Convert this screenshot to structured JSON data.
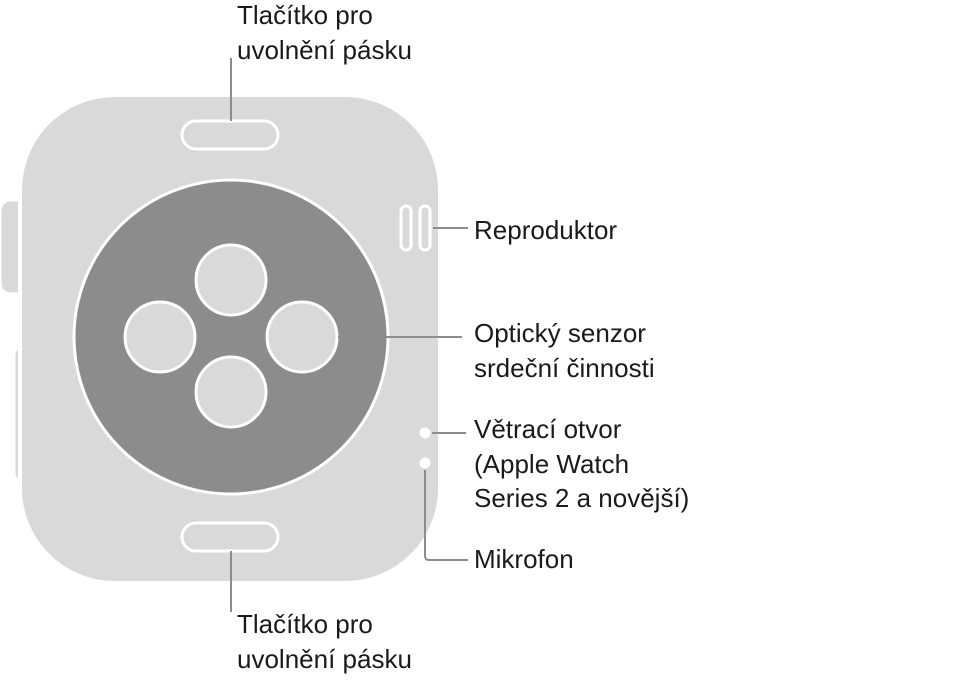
{
  "labels": {
    "band_release_top": [
      "Tlačítko pro",
      "uvolnění pásku"
    ],
    "speaker": [
      "Reproduktor"
    ],
    "heart_sensor": [
      "Optický senzor",
      "srdeční činnosti"
    ],
    "vent": [
      "Větrací otvor",
      "(Apple Watch",
      "Series 2 a novější)"
    ],
    "microphone": [
      "Mikrofon"
    ],
    "band_release_bottom": [
      "Tlačítko pro",
      "uvolnění pásku"
    ]
  },
  "colors": {
    "case": "#d9d9d9",
    "case_edge": "#cfcfcf",
    "sensor_disc": "#8c8c8c",
    "sensor_lens": "#d9d9d9",
    "leader_line": "#8c8c8c",
    "text": "#1a1a1a"
  }
}
